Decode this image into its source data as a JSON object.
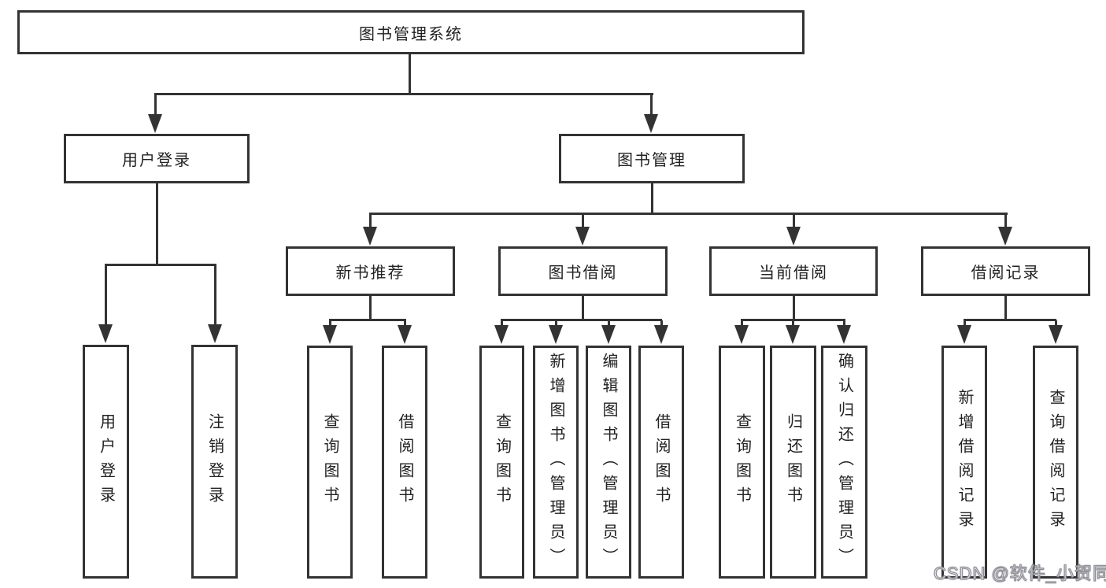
{
  "colors": {
    "line": "#333333",
    "box_border": "#333333",
    "text": "#222222",
    "background": "#ffffff",
    "watermark_gray": "#90909a"
  },
  "tree": {
    "root": {
      "label": "图书管理系统"
    },
    "branches": [
      {
        "label": "用户登录",
        "leaves": [
          {
            "label": "用户登录"
          },
          {
            "label": "注销登录"
          }
        ]
      },
      {
        "label": "图书管理",
        "groups": [
          {
            "label": "新书推荐",
            "leaves": [
              {
                "label": "查询图书"
              },
              {
                "label": "借阅图书"
              }
            ]
          },
          {
            "label": "图书借阅",
            "leaves": [
              {
                "label": "查询图书"
              },
              {
                "label": "新增图书（管理员）"
              },
              {
                "label": "编辑图书（管理员）"
              },
              {
                "label": "借阅图书"
              }
            ]
          },
          {
            "label": "当前借阅",
            "leaves": [
              {
                "label": "查询图书"
              },
              {
                "label": "归还图书"
              },
              {
                "label": "确认归还（管理员）"
              }
            ]
          },
          {
            "label": "借阅记录",
            "leaves": [
              {
                "label": "新增借阅记录"
              },
              {
                "label": "查询借阅记录"
              }
            ]
          }
        ]
      }
    ]
  },
  "watermark": {
    "text": "CSDN @软件_小贺同学"
  }
}
